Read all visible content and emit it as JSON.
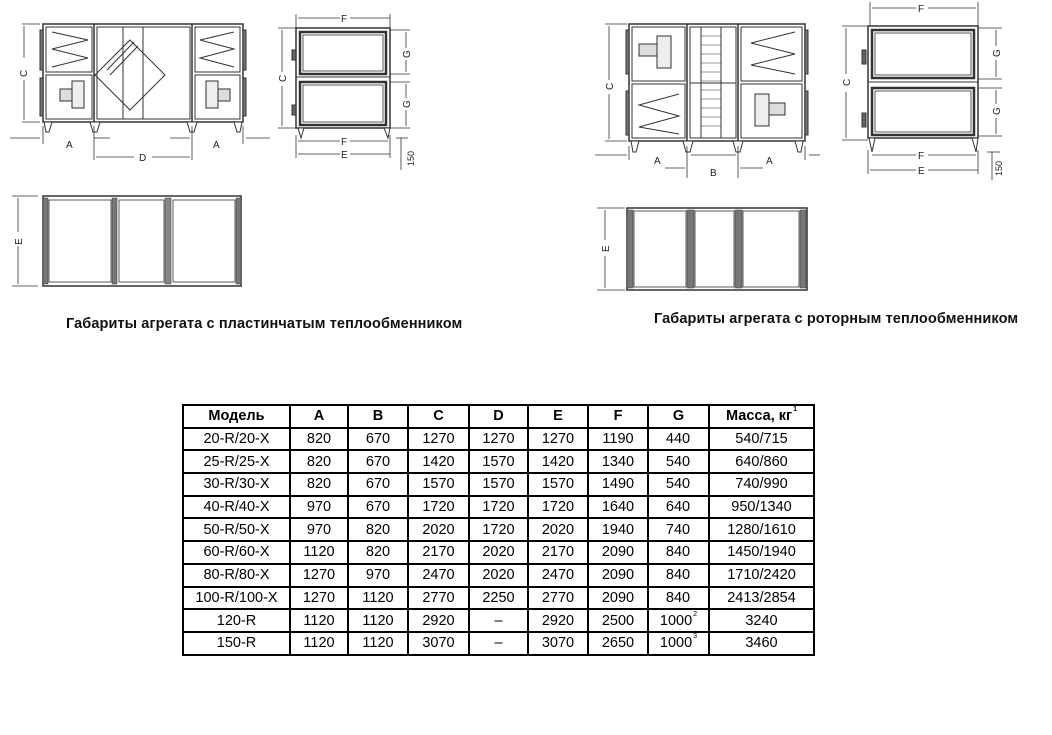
{
  "drawings": {
    "plate": {
      "caption": "Габариты агрегата с пластинчатым теплообменником",
      "labels": {
        "A": "A",
        "C": "C",
        "D": "D",
        "E": "E",
        "F": "F",
        "G": "G",
        "h150": "150"
      }
    },
    "rotor": {
      "caption": "Габариты агрегата с роторным теплообменником",
      "labels": {
        "A": "A",
        "B": "B",
        "C": "C",
        "E": "E",
        "F": "F",
        "G": "G",
        "h150": "150"
      }
    }
  },
  "table": {
    "headers": [
      "Модель",
      "A",
      "B",
      "C",
      "D",
      "E",
      "F",
      "G",
      "Масса, кг"
    ],
    "mass_note": "1",
    "rows": [
      {
        "model": "20-R/20-X",
        "A": "820",
        "B": "670",
        "C": "1270",
        "D": "1270",
        "E": "1270",
        "F": "1190",
        "G": "440",
        "G_note": "",
        "mass": "540/715"
      },
      {
        "model": "25-R/25-X",
        "A": "820",
        "B": "670",
        "C": "1420",
        "D": "1570",
        "E": "1420",
        "F": "1340",
        "G": "540",
        "G_note": "",
        "mass": "640/860"
      },
      {
        "model": "30-R/30-X",
        "A": "820",
        "B": "670",
        "C": "1570",
        "D": "1570",
        "E": "1570",
        "F": "1490",
        "G": "540",
        "G_note": "",
        "mass": "740/990"
      },
      {
        "model": "40-R/40-X",
        "A": "970",
        "B": "670",
        "C": "1720",
        "D": "1720",
        "E": "1720",
        "F": "1640",
        "G": "640",
        "G_note": "",
        "mass": "950/1340"
      },
      {
        "model": "50-R/50-X",
        "A": "970",
        "B": "820",
        "C": "2020",
        "D": "1720",
        "E": "2020",
        "F": "1940",
        "G": "740",
        "G_note": "",
        "mass": "1280/1610"
      },
      {
        "model": "60-R/60-X",
        "A": "1120",
        "B": "820",
        "C": "2170",
        "D": "2020",
        "E": "2170",
        "F": "2090",
        "G": "840",
        "G_note": "",
        "mass": "1450/1940"
      },
      {
        "model": "80-R/80-X",
        "A": "1270",
        "B": "970",
        "C": "2470",
        "D": "2020",
        "E": "2470",
        "F": "2090",
        "G": "840",
        "G_note": "",
        "mass": "1710/2420"
      },
      {
        "model": "100-R/100-X",
        "A": "1270",
        "B": "1120",
        "C": "2770",
        "D": "2250",
        "E": "2770",
        "F": "2090",
        "G": "840",
        "G_note": "",
        "mass": "2413/2854"
      },
      {
        "model": "120-R",
        "A": "1120",
        "B": "1120",
        "C": "2920",
        "D": "–",
        "E": "2920",
        "F": "2500",
        "G": "1000",
        "G_note": "2",
        "mass": "3240"
      },
      {
        "model": "150-R",
        "A": "1120",
        "B": "1120",
        "C": "3070",
        "D": "–",
        "E": "3070",
        "F": "2650",
        "G": "1000",
        "G_note": "3",
        "mass": "3460"
      }
    ]
  }
}
